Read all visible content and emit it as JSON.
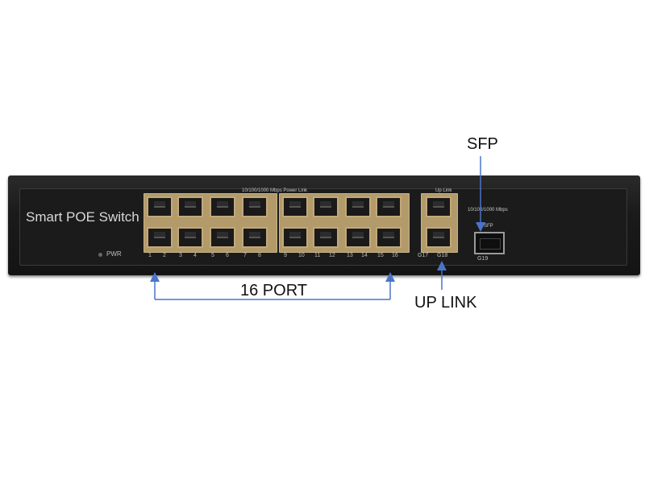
{
  "device": {
    "brand": "Smart POE Switch",
    "pwr_label": "PWR",
    "speed_label": "10/100/1000 Mbps Power Link",
    "uplink_label": "Up Link",
    "sfp_speed_label": "10/100/1000 Mbps",
    "sfp_port_label": "SFP",
    "port_numbers": [
      "1",
      "2",
      "3",
      "4",
      "5",
      "6",
      "7",
      "8",
      "9",
      "10",
      "11",
      "12",
      "13",
      "14",
      "15",
      "16"
    ],
    "uplink_ports": [
      "G17",
      "G18"
    ],
    "sfp_port": "G19"
  },
  "callouts": {
    "sfp": "SFP",
    "ports": "16 PORT",
    "uplink": "UP LINK"
  },
  "colors": {
    "arrow": "#4a74c9",
    "body": "#1a1a1a"
  }
}
